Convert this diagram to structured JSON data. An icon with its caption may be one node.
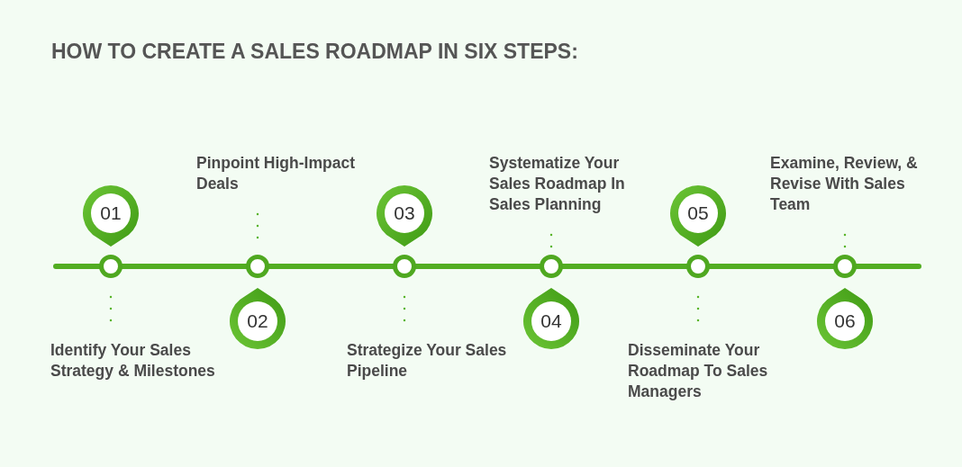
{
  "diagram": {
    "title": "HOW TO CREATE A SALES ROADMAP IN SIX STEPS:",
    "nodes": [
      {
        "text": [
          "01"
        ]
      },
      {
        "text": [],
        "shape": "circle"
      },
      {
        "text": [
          "Identify Your Sales Strategy & Milestones"
        ]
      },
      {
        "text": [
          "02"
        ]
      },
      {
        "text": [],
        "shape": "circle"
      },
      {
        "text": [
          "Pinpoint High-Impact Deals"
        ]
      },
      {
        "text": [
          "03"
        ]
      },
      {
        "text": [],
        "shape": "circle"
      },
      {
        "text": [
          "Strategize Your Sales Pipeline"
        ]
      },
      {
        "text": [
          "04"
        ]
      },
      {
        "text": [],
        "shape": "circle"
      },
      {
        "text": [
          "Systematize Your Sales Roadmap In Sales Planning"
        ]
      },
      {
        "text": [
          "05"
        ]
      },
      {
        "text": [],
        "shape": "circle"
      },
      {
        "text": [
          "Disseminate Your Roadmap To Sales Managers"
        ]
      },
      {
        "text": [
          "06"
        ]
      },
      {
        "text": [],
        "shape": "circle"
      },
      {
        "text": [
          "Examine, Review, & Revise With Sales Team"
        ]
      }
    ],
    "edges": [
      {
        "from": 2,
        "to": 1,
        "arrow": "none",
        "style": "dashed"
      },
      {
        "from": 5,
        "to": 4,
        "arrow": "none",
        "style": "dashed"
      },
      {
        "from": 8,
        "to": 7,
        "arrow": "none",
        "style": "dashed"
      },
      {
        "from": 11,
        "to": 10,
        "arrow": "none",
        "style": "dashed"
      },
      {
        "from": 14,
        "to": 13,
        "arrow": "none",
        "style": "dashed"
      },
      {
        "from": 17,
        "to": 16,
        "arrow": "none",
        "style": "dashed"
      }
    ]
  }
}
